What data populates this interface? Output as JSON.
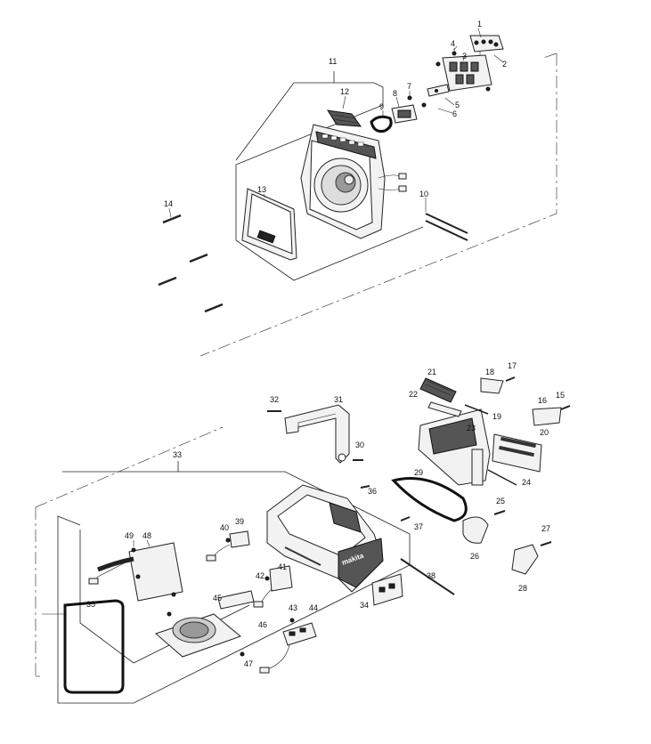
{
  "diagram": {
    "part_labels": {
      "p1": "1",
      "p2": "2",
      "p3": "3",
      "p4": "4",
      "p5": "5",
      "p6": "6",
      "p7": "7",
      "p8": "8",
      "p9": "9",
      "p10": "10",
      "p11": "11",
      "p12": "12",
      "p13": "13",
      "p14": "14",
      "p15": "15",
      "p16": "16",
      "p17": "17",
      "p18": "18",
      "p19": "19",
      "p20": "20",
      "p21": "21",
      "p22": "22",
      "p23": "23",
      "p24": "24",
      "p25": "25",
      "p26": "26",
      "p27": "27",
      "p28": "28",
      "p29": "29",
      "p30": "30",
      "p31": "31",
      "p32": "32",
      "p33": "33",
      "p34": "34",
      "p35": "35",
      "p36": "36",
      "p37": "37",
      "p38": "38",
      "p39": "39",
      "p40": "40",
      "p41": "41",
      "p42": "42",
      "p43": "43",
      "p44": "44",
      "p45": "45",
      "p46": "46",
      "p47": "47",
      "p48": "48",
      "p49": "49"
    },
    "housing_logo_text": "makita"
  }
}
